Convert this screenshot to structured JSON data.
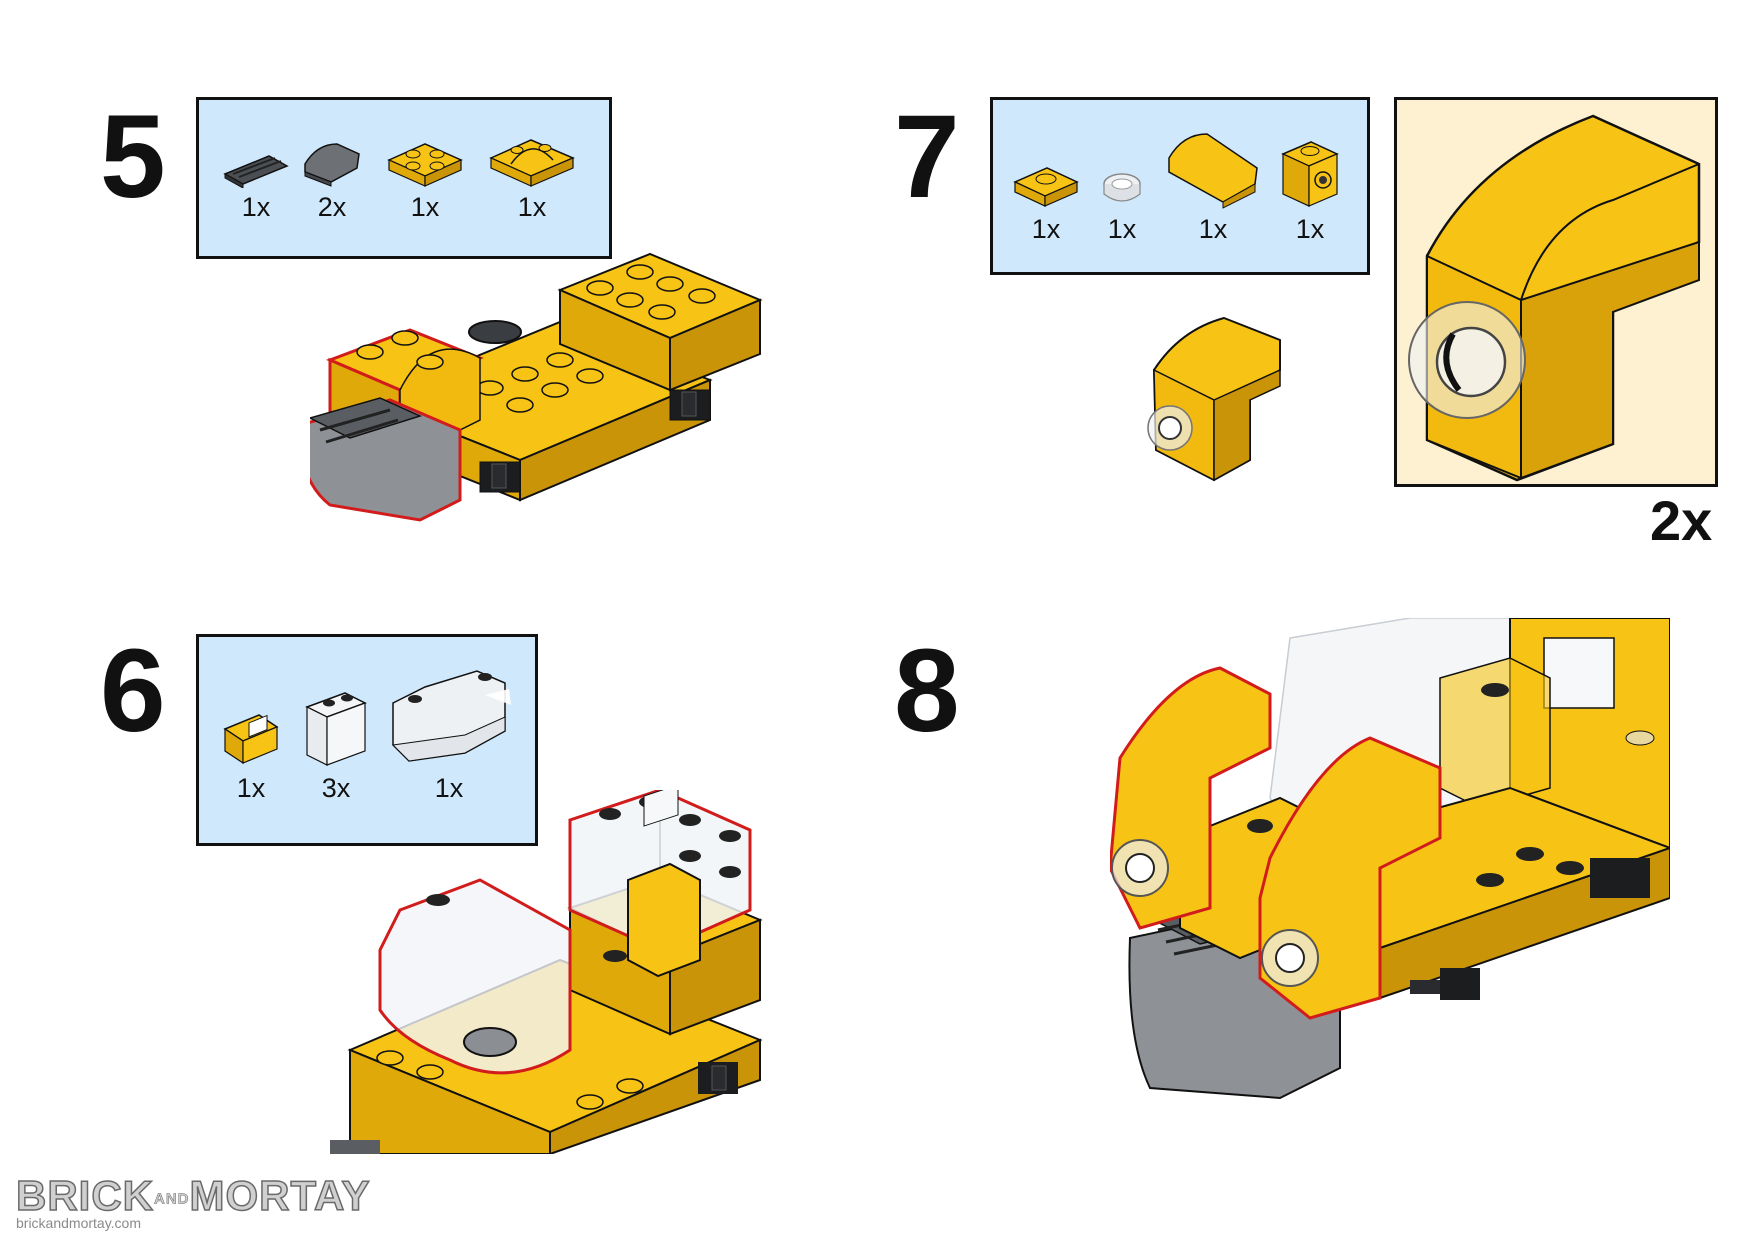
{
  "steps": [
    {
      "number": "5",
      "parts": [
        {
          "icon": "dark-grey-grille-tile-icon",
          "qty": "1x"
        },
        {
          "icon": "dark-grey-curved-slope-icon",
          "qty": "2x"
        },
        {
          "icon": "yellow-plate-2x2-icon",
          "qty": "1x"
        },
        {
          "icon": "yellow-curved-plate-icon",
          "qty": "1x"
        }
      ]
    },
    {
      "number": "6",
      "parts": [
        {
          "icon": "yellow-slope-handle-icon",
          "qty": "1x"
        },
        {
          "icon": "clear-window-icon",
          "qty": "3x"
        },
        {
          "icon": "clear-windscreen-icon",
          "qty": "1x"
        }
      ]
    },
    {
      "number": "7",
      "parts": [
        {
          "icon": "yellow-plate-1x1-icon",
          "qty": "1x"
        },
        {
          "icon": "clear-round-tile-icon",
          "qty": "1x"
        },
        {
          "icon": "yellow-curved-slope-icon",
          "qty": "1x"
        },
        {
          "icon": "yellow-brick-with-stud-icon",
          "qty": "1x"
        }
      ],
      "callout_multiplier": "2x"
    },
    {
      "number": "8",
      "parts": []
    }
  ],
  "brand": {
    "name_left": "BRICK",
    "name_and": "AND",
    "name_right": "MORTAY",
    "url": "brickandmortay.com"
  },
  "colors": {
    "parts_bg": "#cfe8fb",
    "callout_bg": "#fdf1d2",
    "yellow": "#f7c416",
    "dark_grey": "#5a5e63",
    "outline_red": "#d21c1c"
  }
}
